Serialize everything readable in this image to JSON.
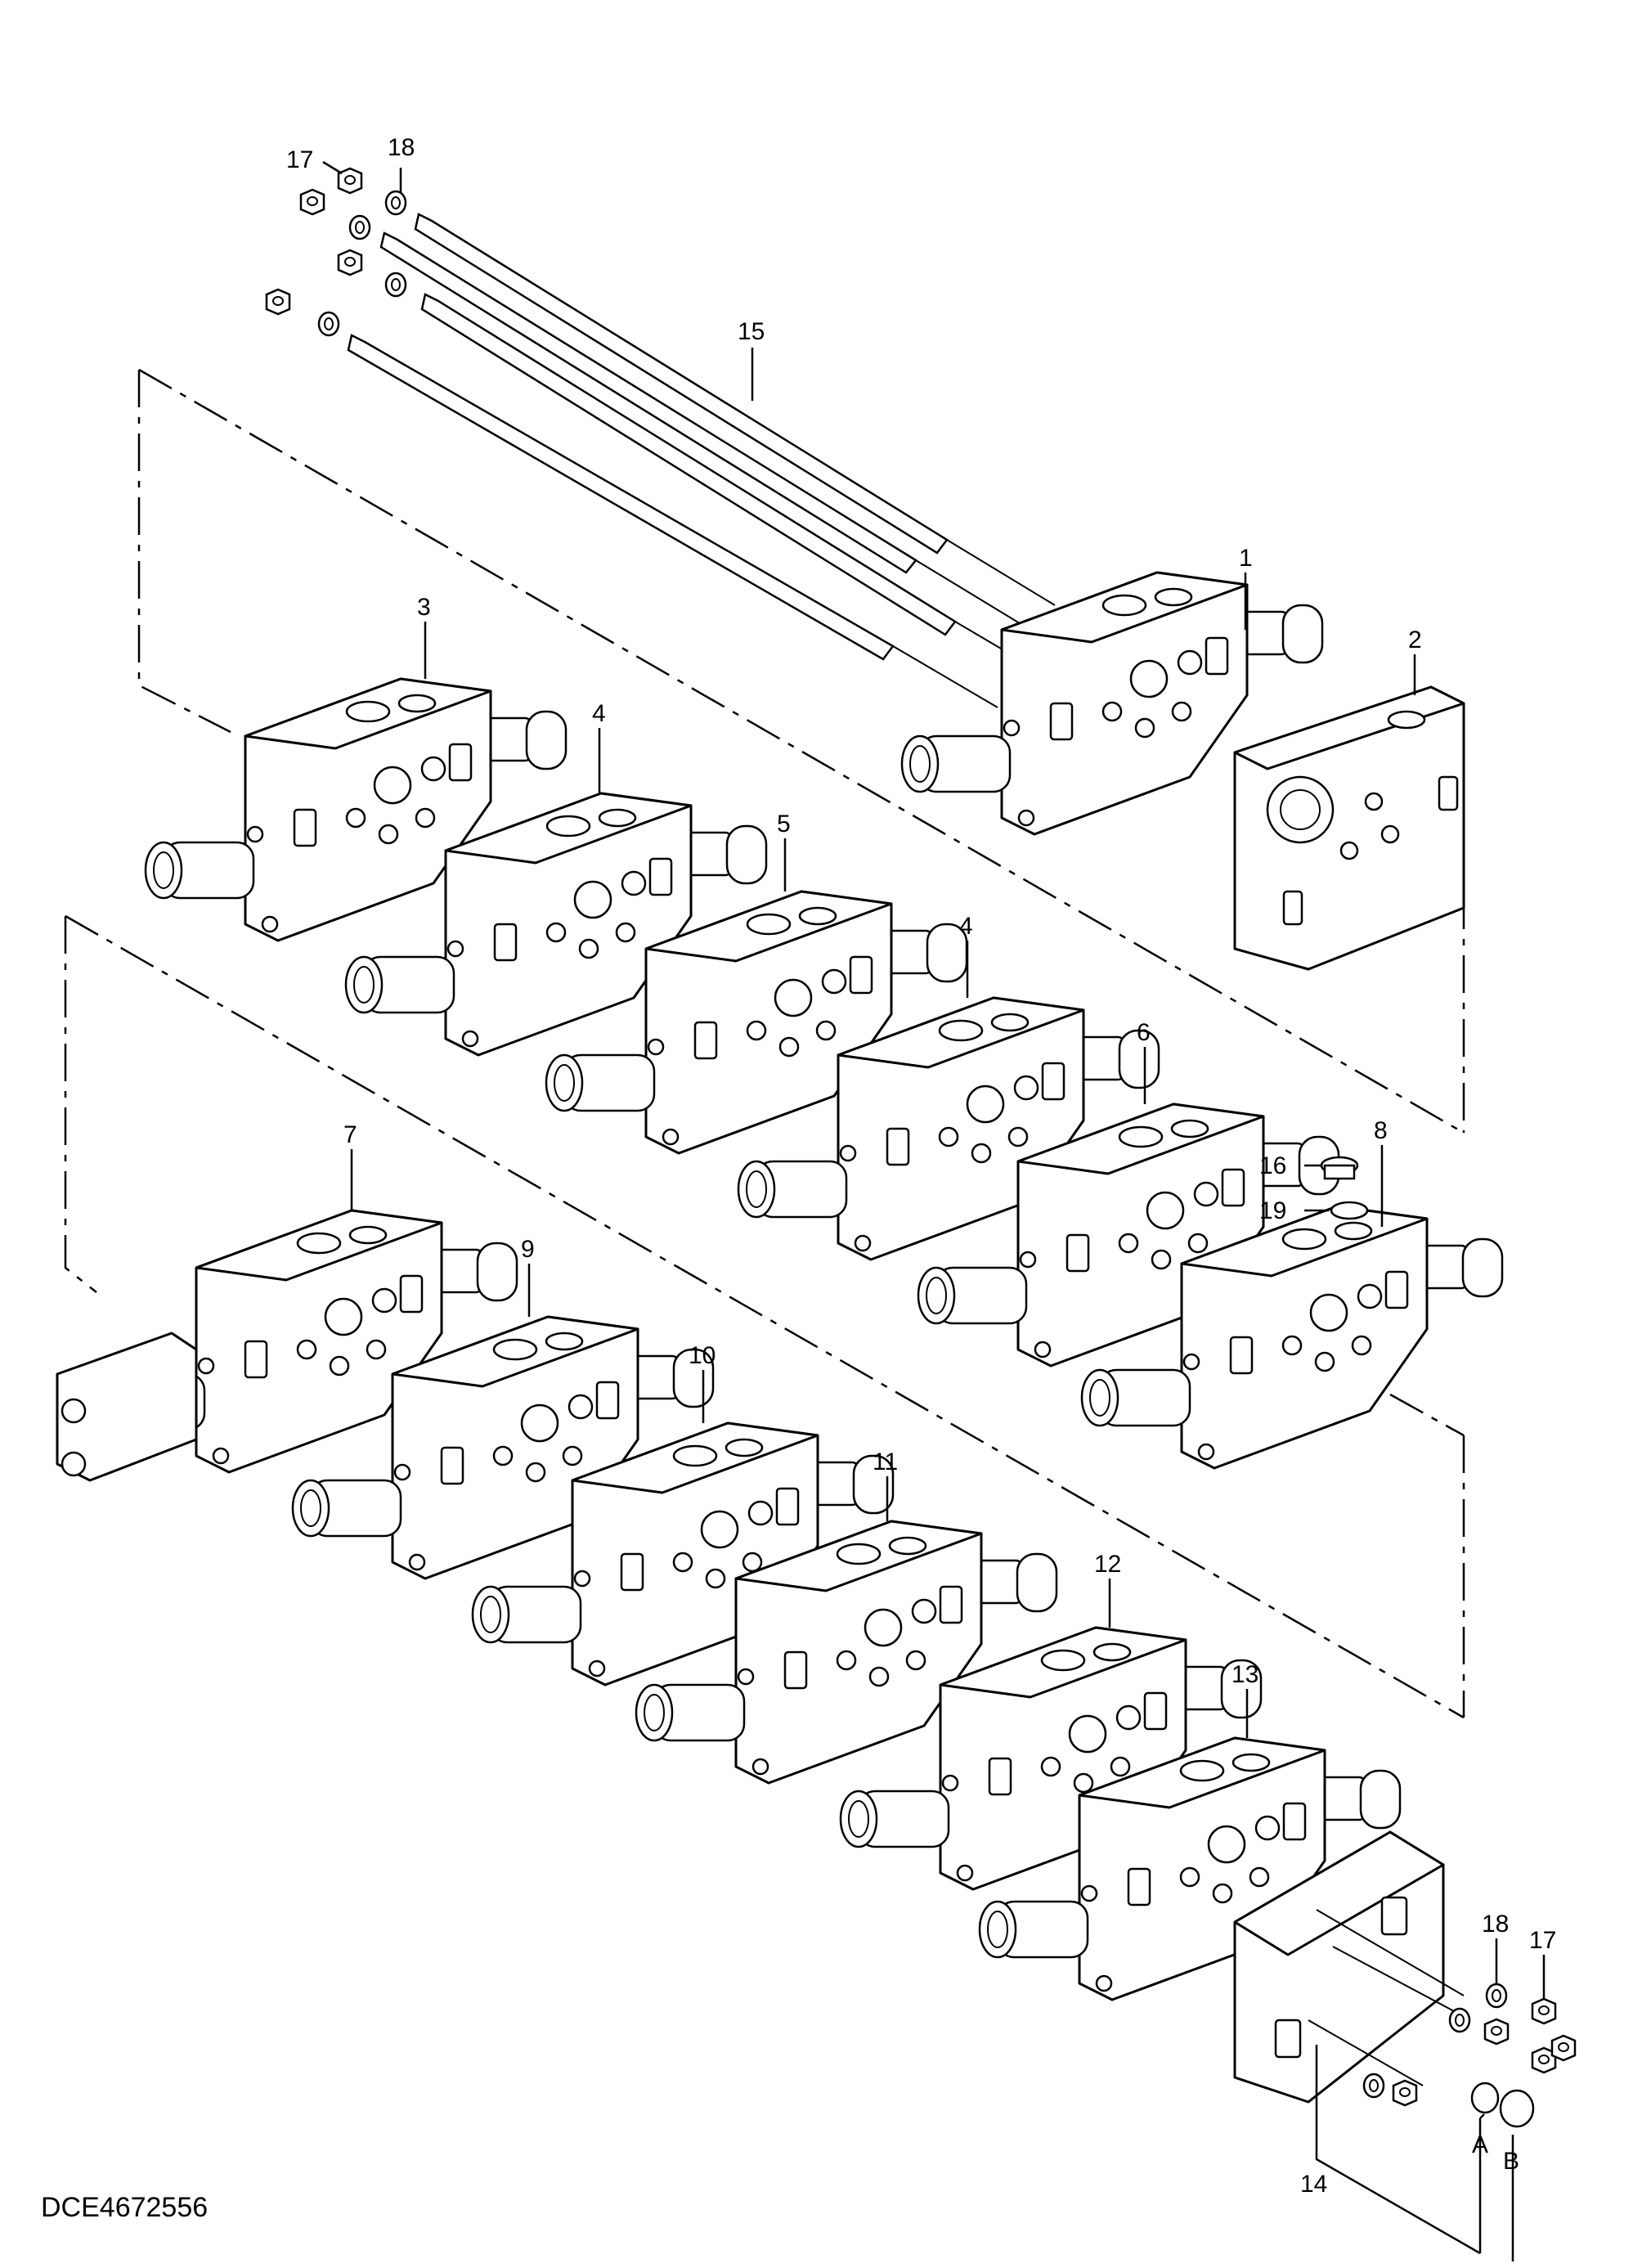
{
  "figure_code": "DCE4672556",
  "callouts": {
    "c1": "1",
    "c2": "2",
    "c3": "3",
    "c4a": "4",
    "c4b": "4",
    "c5": "5",
    "c6": "6",
    "c7": "7",
    "c8": "8",
    "c9": "9",
    "c10": "10",
    "c11": "11",
    "c12": "12",
    "c13": "13",
    "c14": "14",
    "c15": "15",
    "c16": "16",
    "c17a": "17",
    "c17b": "17",
    "c18a": "18",
    "c18b": "18",
    "c19": "19",
    "cA": "A",
    "cB": "B"
  }
}
